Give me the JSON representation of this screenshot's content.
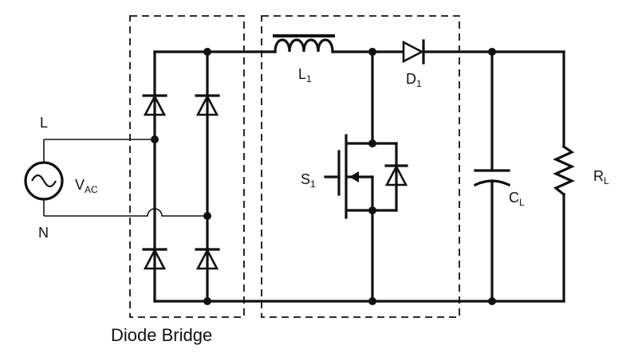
{
  "labels": {
    "line": "L",
    "neutral": "N",
    "source_main": "V",
    "source_sub": "AC",
    "inductor_main": "L",
    "inductor_sub": "1",
    "diode_main": "D",
    "diode_sub": "1",
    "switch_main": "S",
    "switch_sub": "1",
    "cap_main": "C",
    "cap_sub": "L",
    "load_main": "R",
    "load_sub": "L"
  },
  "caption": "Diode Bridge"
}
